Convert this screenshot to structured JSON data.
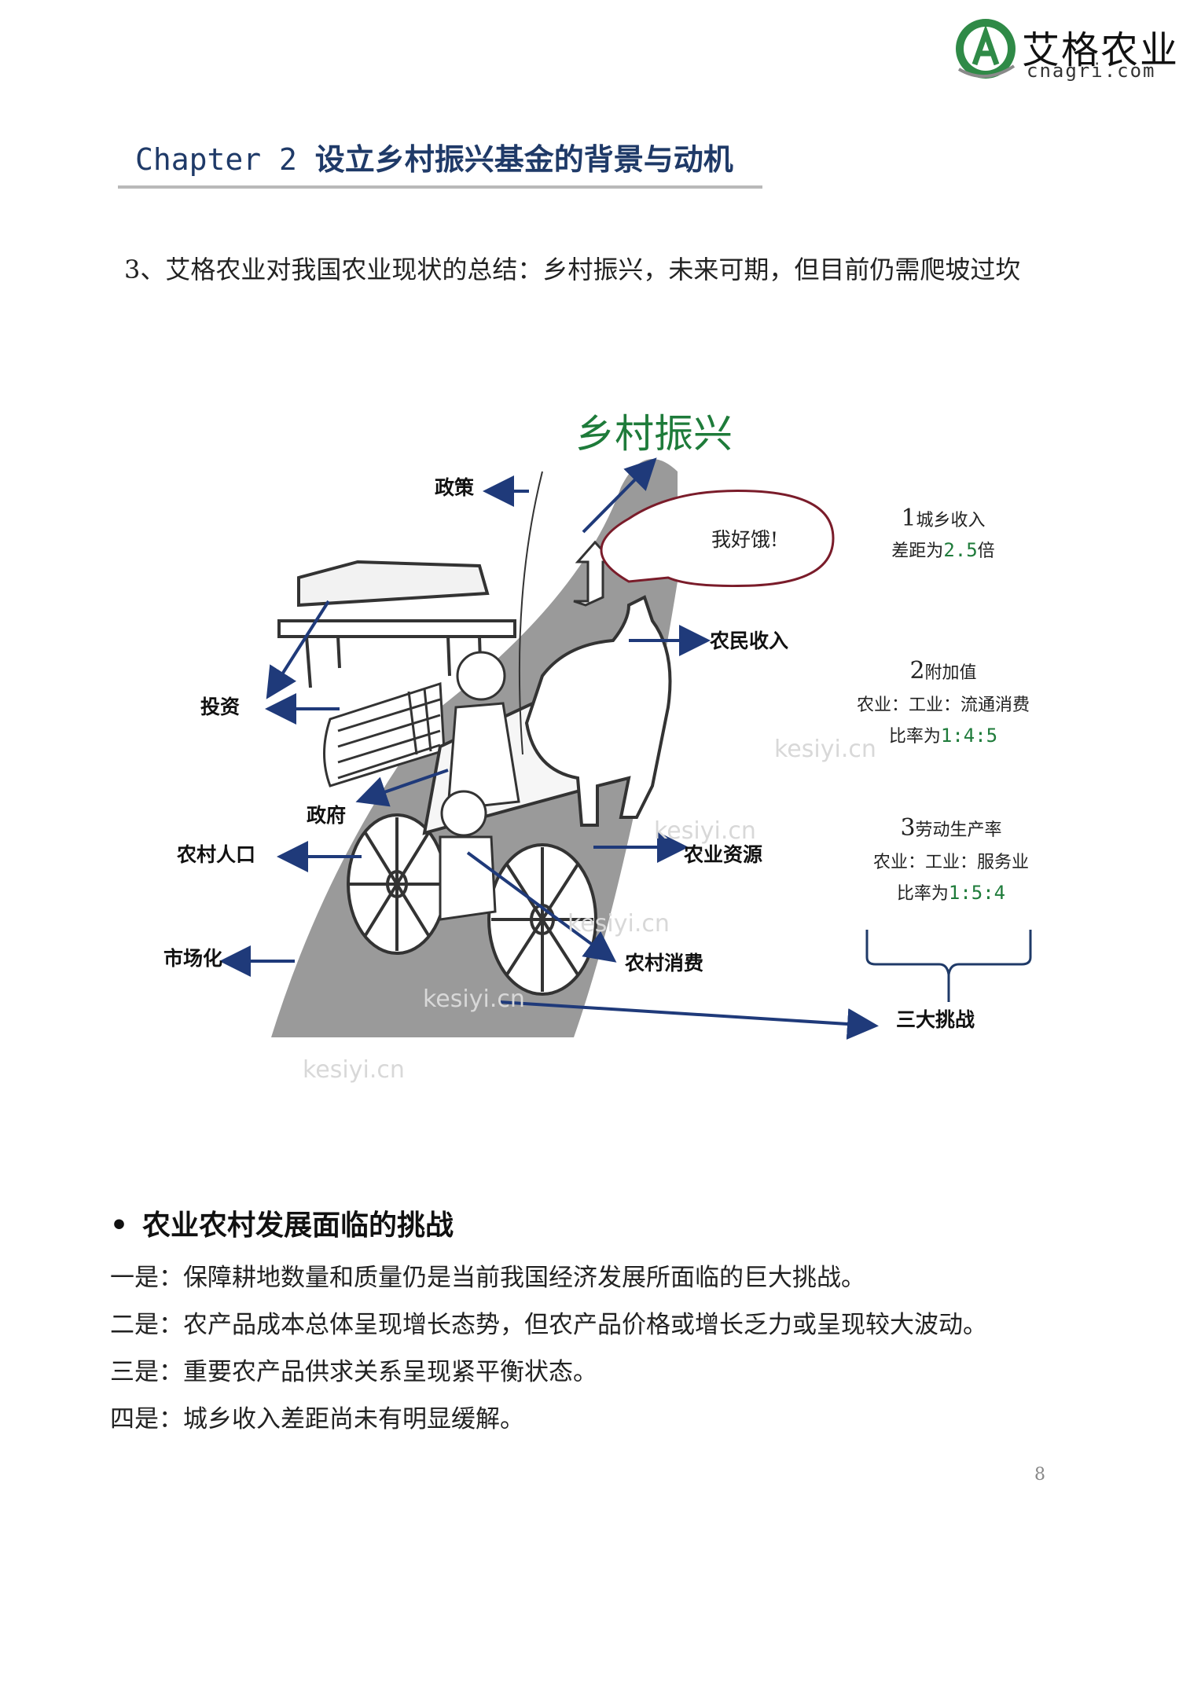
{
  "logo": {
    "name": "艾格农业",
    "url": "cnagri.com"
  },
  "chapter": {
    "prefix": "Chapter 2",
    "title": "设立乡村振兴基金的背景与动机"
  },
  "subheading": "3、艾格农业对我国农业现状的总结：乡村振兴，未来可期，但目前仍需爬坡过坎",
  "diagram": {
    "title": "乡村振兴",
    "bubble": "我好饿!",
    "labels": {
      "policy": "政策",
      "investment": "投资",
      "government": "政府",
      "rural_population": "农村人口",
      "marketization": "市场化",
      "farmer_income": "农民收入",
      "agri_resources": "农业资源",
      "rural_consumption": "农村消费",
      "three_challenges": "三大挑战"
    },
    "side": {
      "s1_num": "1",
      "s1_label": "城乡收入",
      "s1_line": "差距为",
      "s1_value": "2.5",
      "s1_unit": "倍",
      "s2_num": "2",
      "s2_label": "附加值",
      "s2_line1": "农业：工业：流通消费",
      "s2_line2": "比率为",
      "s2_value": "1:4:5",
      "s3_num": "3",
      "s3_label": "劳动生产率",
      "s3_line1": "农业：工业：服务业",
      "s3_line2": "比率为",
      "s3_value": "1:5:4"
    },
    "watermarks": [
      "kesiyi.cn",
      "kesiyi.cn",
      "kesiyi.cn",
      "kesiyi.cn",
      "kesiyi.cn"
    ]
  },
  "challenges": {
    "heading": "农业农村发展面临的挑战",
    "items": [
      "一是：保障耕地数量和质量仍是当前我国经济发展所面临的巨大挑战。",
      "二是：农产品成本总体呈现增长态势，但农产品价格或增长乏力或呈现较大波动。",
      "三是：重要农产品供求关系呈现紧平衡状态。",
      "四是：城乡收入差距尚未有明显缓解。"
    ]
  },
  "page_number": "8",
  "colors": {
    "navy": "#1f3a68",
    "green": "#1e7b3a",
    "arrow": "#1f3a7a",
    "road": "#9a9a9a"
  }
}
